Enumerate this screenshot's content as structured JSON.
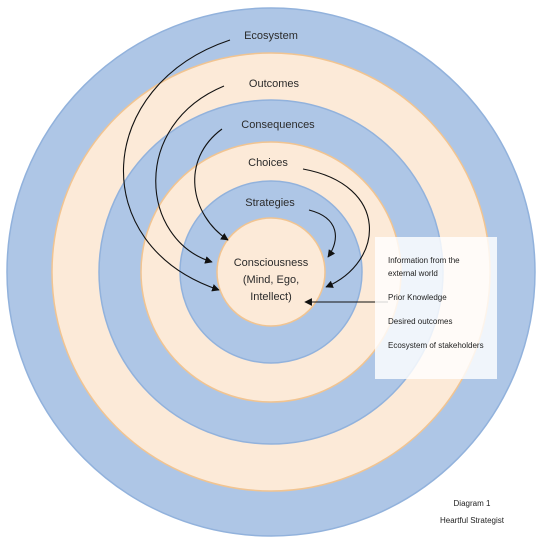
{
  "colors": {
    "blue_ring": "#aec6e6",
    "blue_stroke": "#92b2dc",
    "cream_ring": "#fcead8",
    "cream_stroke": "#f1c491",
    "arrow": "#111111"
  },
  "rings": [
    {
      "label": "Ecosystem",
      "color": "blue"
    },
    {
      "label": "Outcomes",
      "color": "cream"
    },
    {
      "label": "Consequences",
      "color": "blue"
    },
    {
      "label": "Choices",
      "color": "cream"
    },
    {
      "label": "Strategies",
      "color": "blue"
    }
  ],
  "center": {
    "line1": "Consciousness",
    "line2": "(Mind, Ego,",
    "line3": "Intellect)"
  },
  "info_box": {
    "items": [
      "Information from the external world",
      "Prior Knowledge",
      "Desired outcomes",
      "Ecosystem of stakeholders"
    ]
  },
  "caption": {
    "line1": "Diagram 1",
    "line2": "Heartful Strategist"
  }
}
